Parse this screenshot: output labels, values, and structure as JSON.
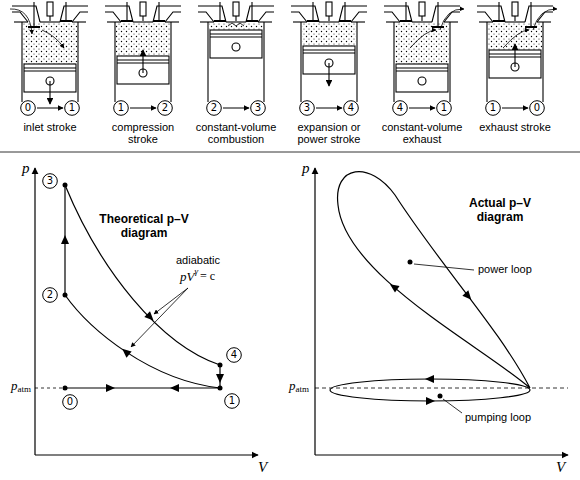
{
  "diagram": {
    "nodes": [
      {
        "text": [
          "0"
        ]
      },
      {
        "text": [
          "1"
        ]
      },
      {
        "text": [
          "1"
        ]
      },
      {
        "text": [
          "2"
        ]
      },
      {
        "text": [
          "2"
        ]
      },
      {
        "text": [
          "3"
        ]
      },
      {
        "text": [
          "3"
        ]
      },
      {
        "text": [
          "4"
        ]
      },
      {
        "text": [
          "4"
        ]
      },
      {
        "text": [
          "1"
        ]
      },
      {
        "text": [
          "1"
        ]
      },
      {
        "text": [
          "0"
        ]
      },
      {
        "text": [
          "3"
        ]
      },
      {
        "text": [
          "2"
        ]
      },
      {
        "text": [
          "4"
        ]
      },
      {
        "text": [
          "0"
        ]
      },
      {
        "text": [
          "1"
        ]
      }
    ],
    "edges": [
      {
        "from": 0,
        "to": 1,
        "arrow": "to"
      },
      {
        "from": 2,
        "to": 3,
        "arrow": "to"
      },
      {
        "from": 4,
        "to": 5,
        "arrow": "to"
      },
      {
        "from": 6,
        "to": 7,
        "arrow": "to"
      },
      {
        "from": 8,
        "to": 9,
        "arrow": "to"
      },
      {
        "from": 10,
        "to": 11,
        "arrow": "to"
      }
    ],
    "labels": [
      "inlet stroke",
      "compression stroke",
      "constant-volume combustion",
      "expansion or power stroke",
      "constant-volume exhaust",
      "exhaust stroke",
      "p",
      "V",
      "p",
      "atm",
      "Theoretical p–V diagram",
      "adiabatic",
      "pV",
      "γ",
      "= c",
      "p",
      "V",
      "p",
      "atm",
      "Actual p–V diagram",
      "power loop",
      "pumping loop"
    ]
  }
}
